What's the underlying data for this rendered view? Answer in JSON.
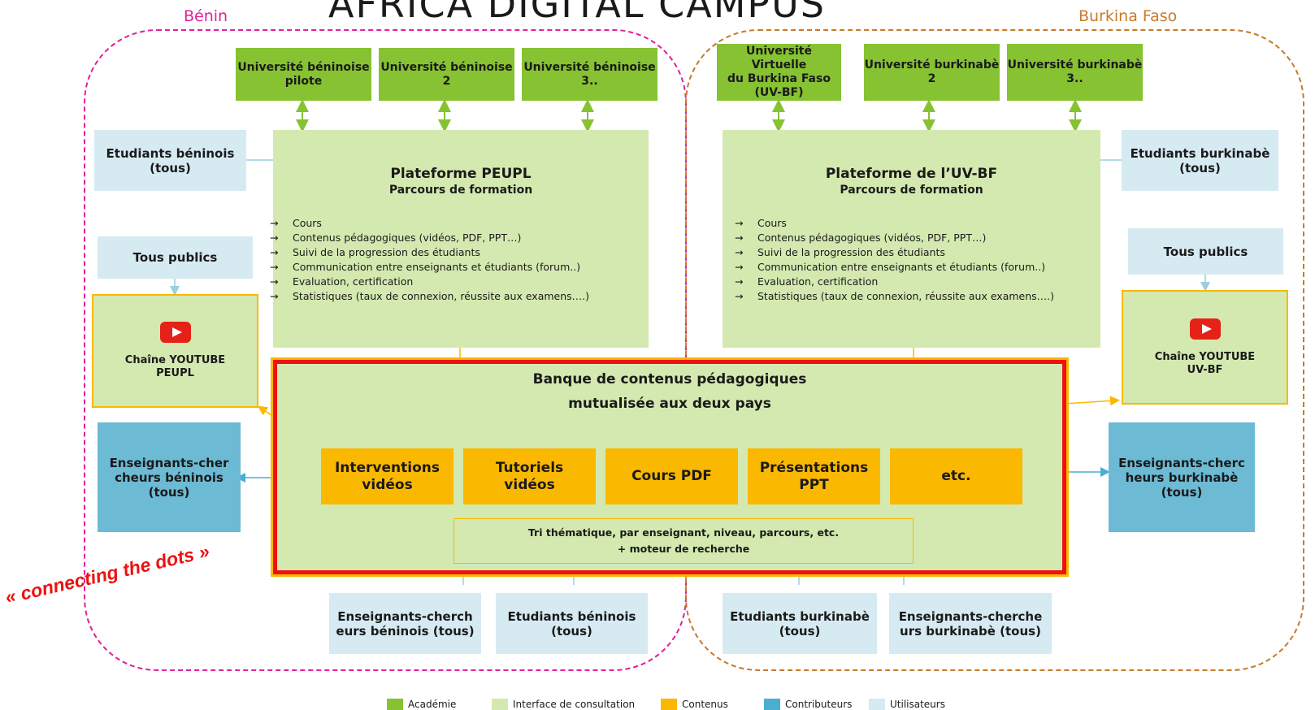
{
  "title": "AFRICA DIGITAL CAMPUS",
  "tagline": "« connecting the dots »",
  "regions": {
    "benin": "Bénin",
    "burkina": "Burkina Faso"
  },
  "universities_benin": [
    "Université béninoise\npilote",
    "Université béninoise\n2",
    "Université béninoise\n3.."
  ],
  "universities_burkina": [
    "Université Virtuelle\ndu Burkina Faso\n(UV-BF)",
    "Université burkinabè\n2",
    "Université burkinabè\n3.."
  ],
  "platform_peupl": {
    "title": "Plateforme PEUPL",
    "subtitle": "Parcours de formation",
    "features": [
      "Cours",
      "Contenus pédagogiques (vidéos, PDF, PPT…)",
      "Suivi de la progression des étudiants",
      "Communication entre enseignants et étudiants (forum..)",
      "Evaluation, certification",
      "Statistiques (taux de connexion, réussite aux examens….)"
    ]
  },
  "platform_uvbf": {
    "title": "Plateforme de l’UV-BF",
    "subtitle": "Parcours de formation",
    "features": [
      "Cours",
      "Contenus pédagogiques (vidéos, PDF, PPT…)",
      "Suivi de la progression des étudiants",
      "Communication entre enseignants et étudiants (forum..)",
      "Evaluation, certification",
      "Statistiques (taux de connexion, réussite aux examens….)"
    ]
  },
  "arrow_glyph": "→",
  "students_benin_top": "Etudiants béninois\n(tous)",
  "students_burkina_top": "Etudiants burkinabè\n(tous)",
  "public_left": "Tous publics",
  "public_right": "Tous publics",
  "youtube_left": "Chaîne YOUTUBE\nPEUPL",
  "youtube_right": "Chaîne YOUTUBE\nUV-BF",
  "teachers_benin_side": "Enseignants-cher\ncheurs béninois\n(tous)",
  "teachers_burkina_side": "Enseignants-cherc\nheurs burkinabè\n(tous)",
  "bank": {
    "title_line1": "Banque de contenus pédagogiques",
    "title_line2": "mutualisée aux deux pays",
    "contents": [
      "Interventions\nvidéos",
      "Tutoriels\nvidéos",
      "Cours PDF",
      "Présentations\nPPT",
      "etc."
    ],
    "sort_line1": "Tri thématique, par enseignant, niveau, parcours, etc.",
    "sort_line2": "+ moteur de recherche"
  },
  "bottom_users": [
    "Enseignants-cherch\neurs béninois (tous)",
    "Etudiants béninois\n(tous)",
    "Etudiants burkinabè\n(tous)",
    "Enseignants-cherche\nurs burkinabè (tous)"
  ],
  "legend": [
    {
      "label": "Académie",
      "color": "#86c232"
    },
    {
      "label": "Interface de consultation",
      "color": "#d4e9b0"
    },
    {
      "label": "Contenus",
      "color": "#fbb800"
    },
    {
      "label": "Contributeurs",
      "color": "#4aaed0"
    },
    {
      "label": "Utilisateurs",
      "color": "#d6eaf2"
    }
  ],
  "colors": {
    "benin_border": "#e0209a",
    "burkina_border": "#c87a2a",
    "bank_border": "#ee1111",
    "tagline": "#ee1111"
  }
}
